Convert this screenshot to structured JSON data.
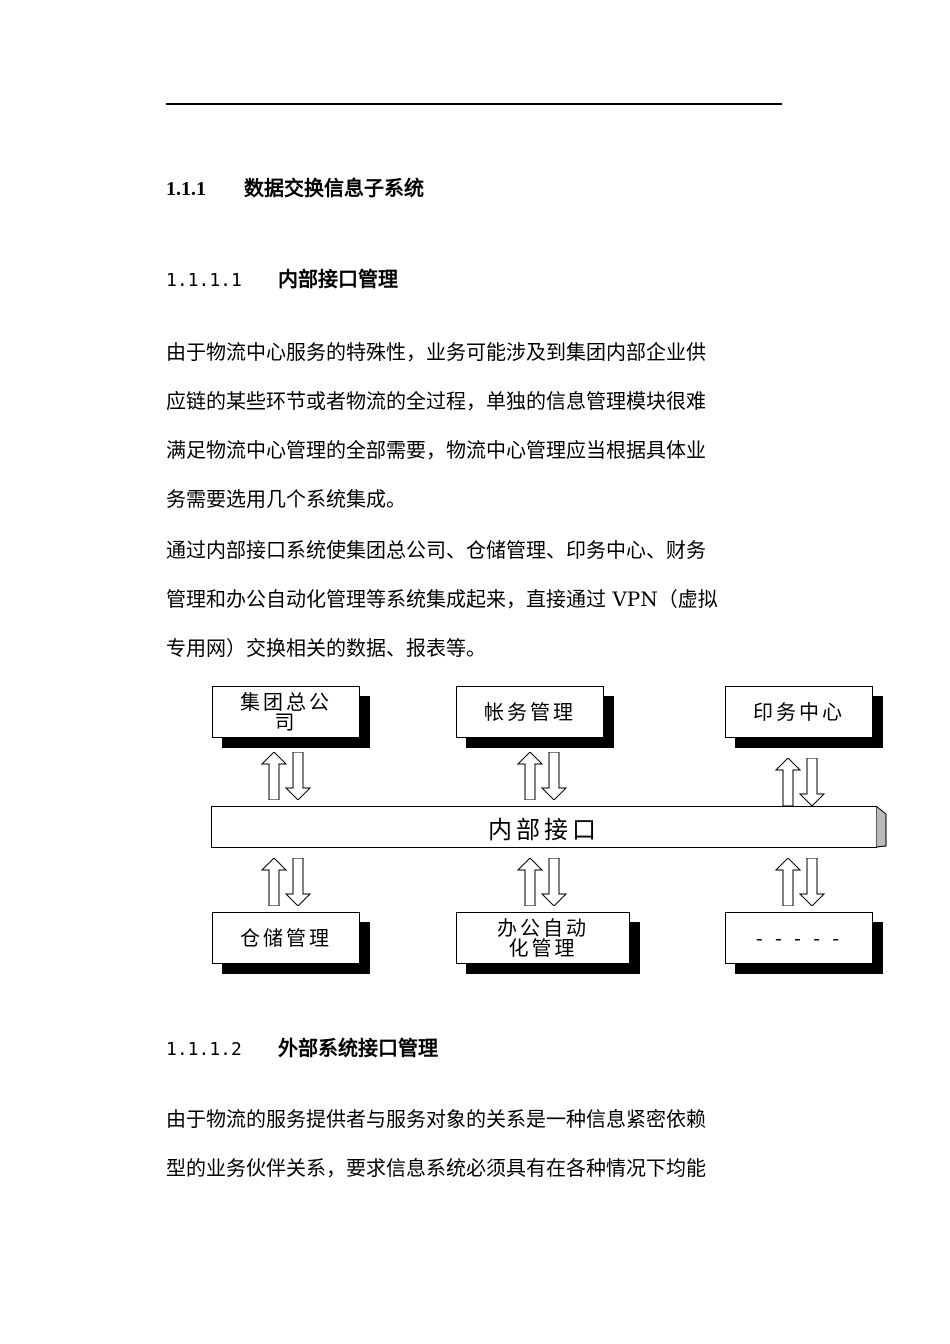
{
  "heading_1": {
    "number": "1.1.1",
    "title": "数据交换信息子系统"
  },
  "section_1": {
    "number": "1.1.1.1",
    "title": "内部接口管理",
    "paragraph_1": [
      "由于物流中心服务的特殊性，业务可能涉及到集团内部企业供",
      "应链的某些环节或者物流的全过程，单独的信息管理模块很难",
      "满足物流中心管理的全部需要，物流中心管理应当根据具体业",
      "务需要选用几个系统集成。"
    ],
    "paragraph_2": [
      "通过内部接口系统使集团总公司、仓储管理、印务中心、财务",
      "管理和办公自动化管理等系统集成起来，直接通过 VPN（虚拟",
      "专用网）交换相关的数据、报表等。"
    ]
  },
  "diagram": {
    "top_boxes": [
      [
        "集团总公",
        "司"
      ],
      [
        "帐务管理"
      ],
      [
        "印务中心"
      ]
    ],
    "center_bar": "内部接口",
    "bottom_boxes": [
      [
        "仓储管理"
      ],
      [
        "办公自动",
        "化管理"
      ],
      [
        "- - - - -"
      ]
    ]
  },
  "section_2": {
    "number": "1.1.1.2",
    "title": "外部系统接口管理",
    "paragraph_1": [
      "由于物流的服务提供者与服务对象的关系是一种信息紧密依赖",
      "型的业务伙伴关系，要求信息系统必须具有在各种情况下均能"
    ]
  }
}
